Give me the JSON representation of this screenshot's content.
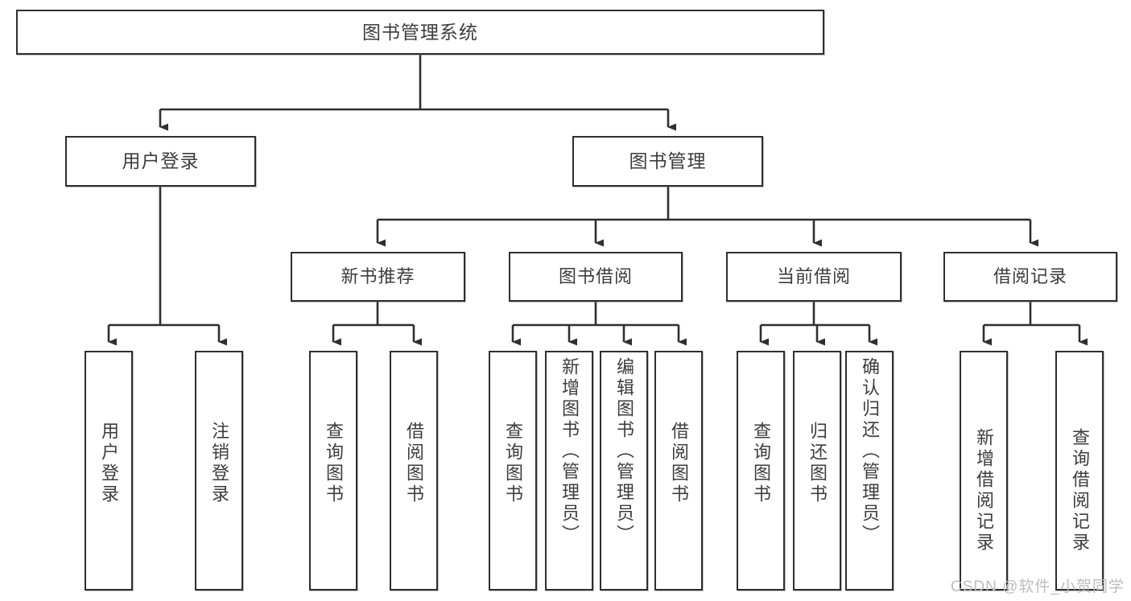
{
  "diagram": {
    "type": "tree-hierarchy",
    "title": "图书管理系统",
    "watermark": "CSDN @软件_小贺同学",
    "colors": {
      "box_border": "#2f2f2f",
      "box_fill": "#ffffff",
      "text": "#3d3d3d",
      "connector": "#2f2f2f",
      "watermark": "#bdbdbd"
    },
    "root": {
      "label": "图书管理系统"
    },
    "level2": [
      {
        "label": "用户登录"
      },
      {
        "label": "图书管理"
      }
    ],
    "level3": [
      {
        "label": "新书推荐"
      },
      {
        "label": "图书借阅"
      },
      {
        "label": "当前借阅"
      },
      {
        "label": "借阅记录"
      }
    ],
    "leaves": {
      "user_login": [
        {
          "label": "用户登录"
        },
        {
          "label": "注销登录"
        }
      ],
      "new_book_recommend": [
        {
          "label": "查询图书"
        },
        {
          "label": "借阅图书"
        }
      ],
      "book_borrow": [
        {
          "label": "查询图书"
        },
        {
          "label": "新增图书（管理员）"
        },
        {
          "label": "编辑图书（管理员）"
        },
        {
          "label": "借阅图书"
        }
      ],
      "current_borrow": [
        {
          "label": "查询图书"
        },
        {
          "label": "归还图书"
        },
        {
          "label": "确认归还（管理员）"
        }
      ],
      "borrow_record": [
        {
          "label": "新增借阅记录"
        },
        {
          "label": "查询借阅记录"
        }
      ]
    }
  }
}
